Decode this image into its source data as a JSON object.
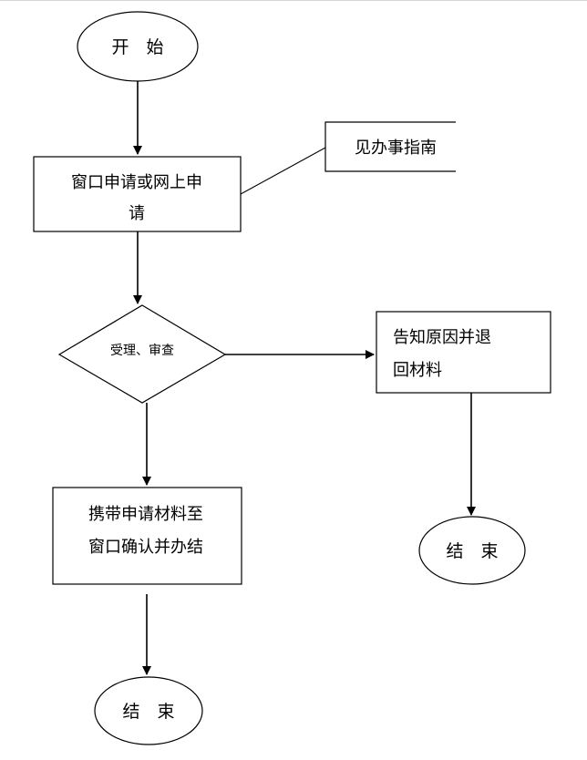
{
  "nodes": {
    "start": {
      "label": "开　始"
    },
    "apply": {
      "line1": "窗口申请或网上申",
      "line2": "请"
    },
    "guide_note": {
      "label": "见办事指南"
    },
    "review": {
      "label": "受理、审查"
    },
    "reject": {
      "line1": "告知原因并退",
      "line2": "回材料"
    },
    "confirm": {
      "line1": "携带申请材料至",
      "line2": "窗口确认并办结"
    },
    "end_left": {
      "label": "结　束"
    },
    "end_right": {
      "label": "结　束"
    }
  },
  "colors": {
    "stroke": "#000000",
    "background": "#ffffff"
  }
}
